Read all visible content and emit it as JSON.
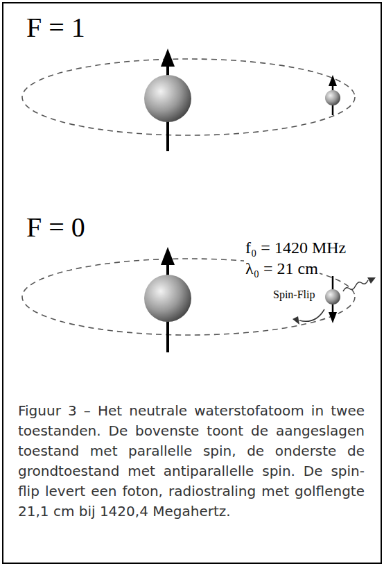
{
  "diagram": {
    "caption": "Figuur 3 – Het neutrale waterstofatoom in twee toestanden. De bovenste toont de aangeslagen toestand met parallelle spin, de onderste de grondtoestand met antiparallelle spin. De spin-flip levert een foton, radiostraling met golflengte 21,1 cm bij 1420,4 Megahertz.",
    "labels": [
      "F = 1",
      "F = 0",
      "f₀ = 1420 MHz",
      "λ₀ = 21 cm",
      "Spin-Flip"
    ]
  }
}
